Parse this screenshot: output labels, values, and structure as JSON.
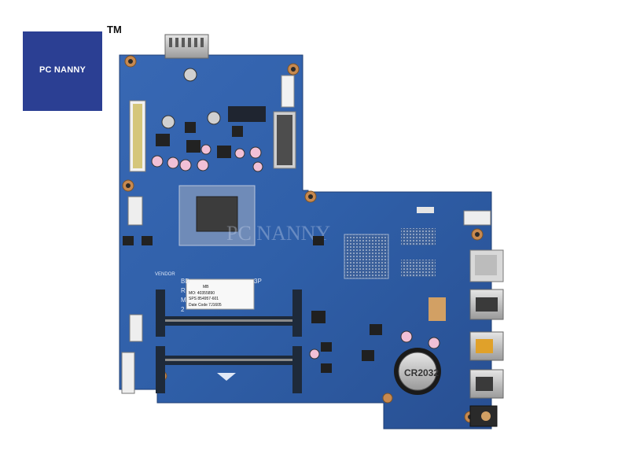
{
  "logo": {
    "text": "PC NANNY",
    "trademark": "TM"
  },
  "watermark": "PC NANNY",
  "sticker": {
    "line1": "MB",
    "line2": "MO: 40355890",
    "line3": "SPS 854957-601",
    "line4": "Date Code 7J1605"
  },
  "silkscreen": {
    "vendor": "VENDOR",
    "board_top": "BD",
    "board_suffix": "3P",
    "row_r": "R",
    "row_m": "M",
    "row_2": "2"
  },
  "battery": {
    "text": "CR2032"
  },
  "colors": {
    "pcb": "#2f5fa8",
    "logo_bg": "#2b3f93",
    "slot": "#1e2a3a"
  }
}
